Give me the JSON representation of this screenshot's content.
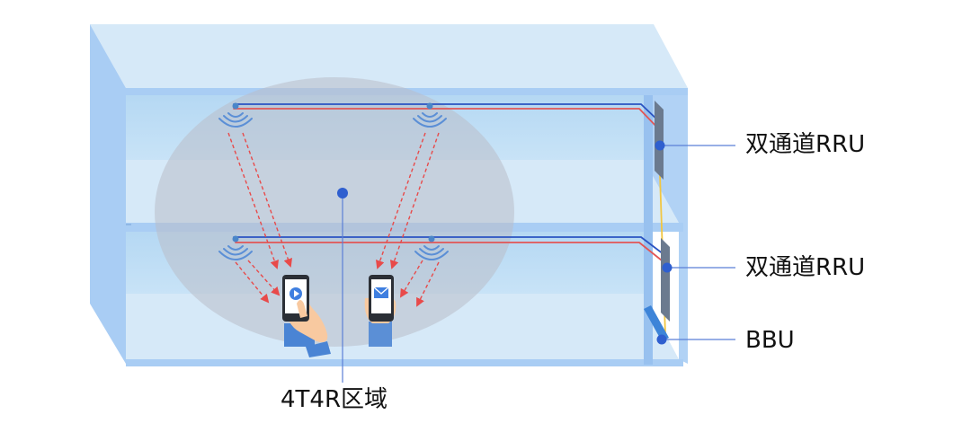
{
  "labels": {
    "rru_upper": "双通道RRU",
    "rru_lower": "双通道RRU",
    "bbu": "BBU",
    "zone": "4T4R区域"
  },
  "colors": {
    "building_wall": "#a9cdf4",
    "building_wall_dark": "#98c1ef",
    "floor_slab": "#d6e9f8",
    "room_back": "#bcdcf4",
    "zone_fill": "#b9bec8",
    "marker_blue": "#2f5fcf",
    "leader_line": "#5b7fd6",
    "cable_red": "#e25555",
    "cable_blue": "#2a53c2",
    "cable_yellow": "#f2c640",
    "antenna": "#5b8fd6",
    "signal_arrow": "#e84a4a",
    "rru_panel": "#6b7a8f",
    "bbu_unit": "#3d84d8",
    "phone_body": "#2b2f36",
    "skin": "#f8c9a0",
    "sleeve": "#4a84d4"
  },
  "icons": {
    "antenna": "wifi-antenna-icon",
    "phone_video": "play-icon",
    "phone_mail": "mail-icon"
  }
}
